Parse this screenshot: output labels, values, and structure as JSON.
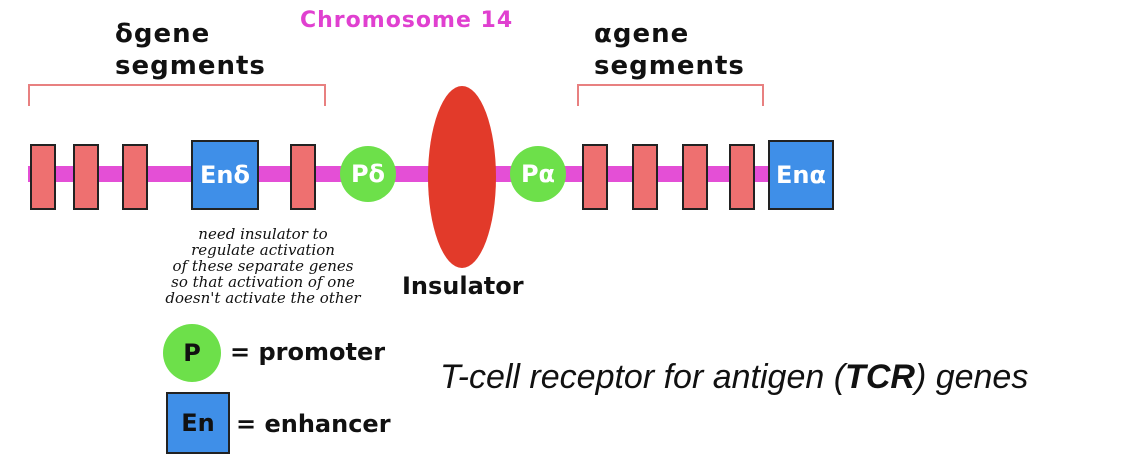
{
  "title": "Chromosome 14",
  "delta_segments": {
    "symbol": "δ",
    "line1": "gene",
    "line2": "segments"
  },
  "alpha_segments": {
    "symbol": "α",
    "line1": "gene",
    "line2": "segments"
  },
  "elements": {
    "en_delta": "Enδ",
    "p_delta": "Pδ",
    "p_alpha": "Pα",
    "en_alpha": "Enα"
  },
  "insulator_label": "Insulator",
  "note_lines": [
    "need insulator to",
    "regulate activation",
    "of these separate genes",
    "so that activation of one",
    "doesn't activate the other"
  ],
  "legend": {
    "promoter_symbol": "P",
    "promoter_text": "= promoter",
    "enhancer_symbol": "En",
    "enhancer_text": "= enhancer"
  },
  "caption": {
    "before": "T-cell receptor for antigen (",
    "bold": "TCR",
    "after": ") genes"
  },
  "colors": {
    "chromosome": "#e44fd6",
    "gene_segment": "#ee7070",
    "enhancer": "#3f8fe8",
    "promoter": "#6de04a",
    "insulator": "#e23a2a",
    "bracket": "#e88080"
  }
}
